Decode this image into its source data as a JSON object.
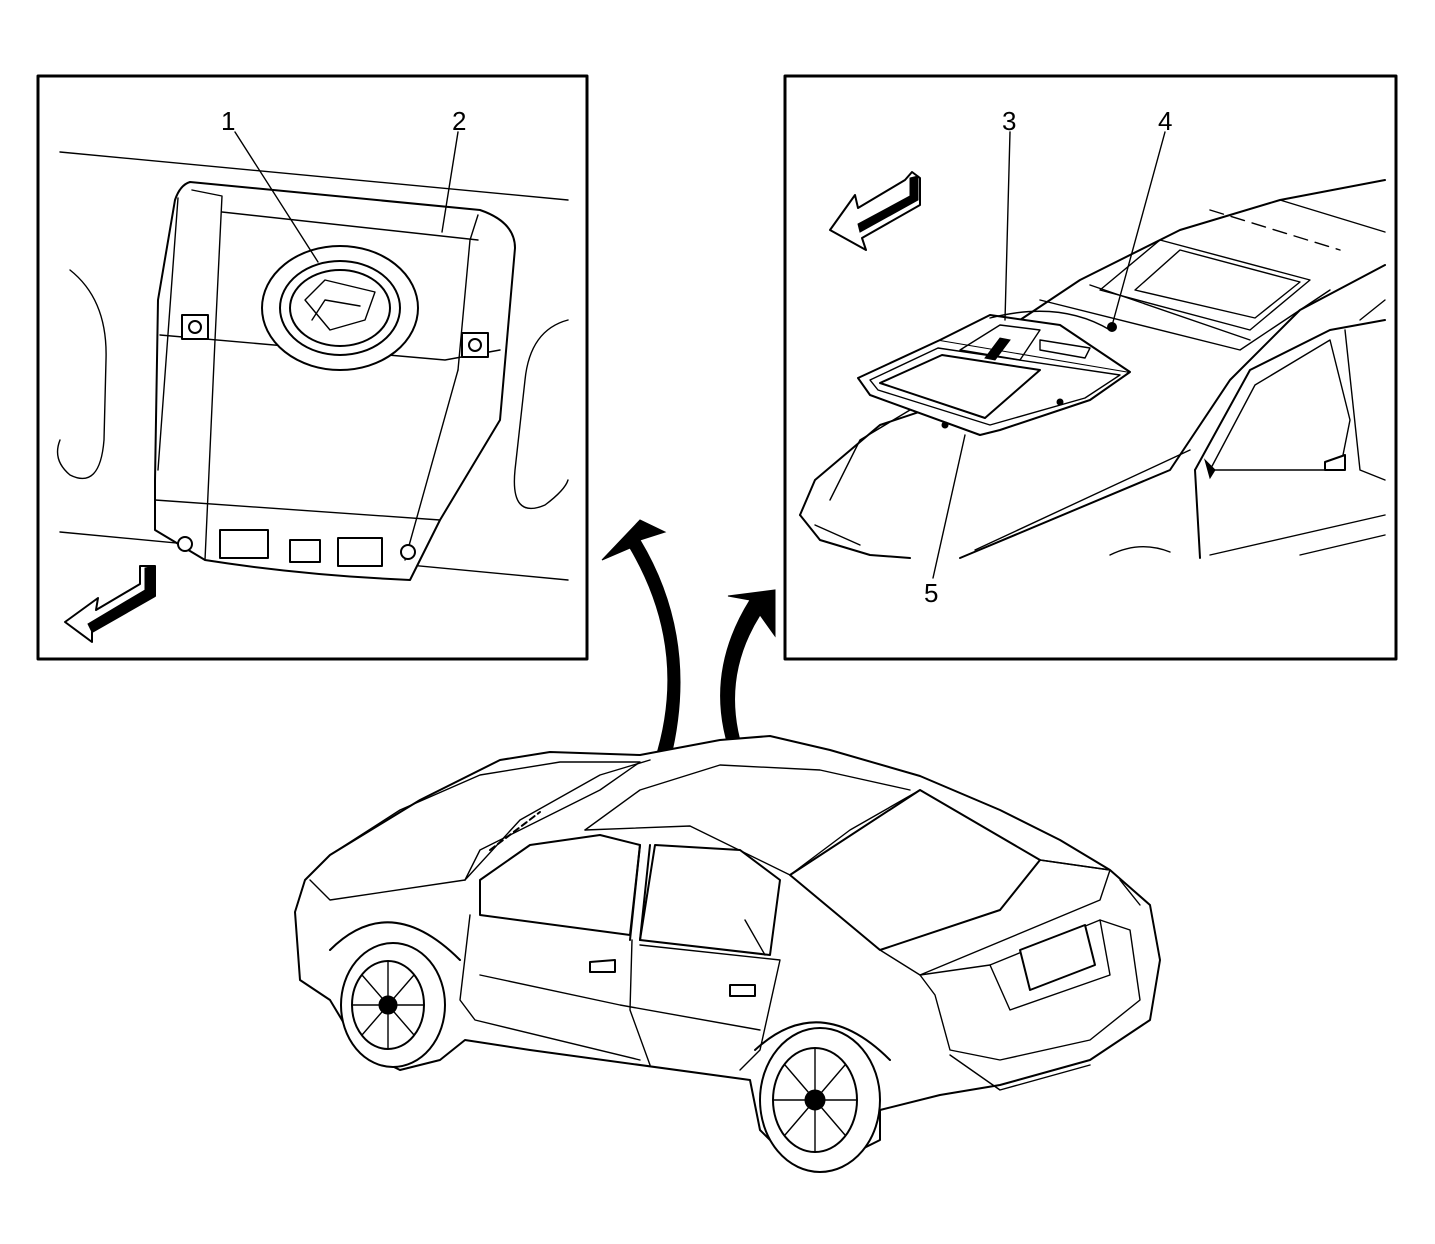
{
  "callouts": {
    "c1": "1",
    "c2": "2",
    "c3": "3",
    "c4": "4",
    "c5": "5"
  },
  "colors": {
    "line": "#000000",
    "background": "#ffffff"
  },
  "icons": {
    "left_inset_direction": "front-arrow-icon",
    "right_inset_direction": "front-arrow-icon",
    "callout_arrows": "curved-arrow-icon"
  }
}
